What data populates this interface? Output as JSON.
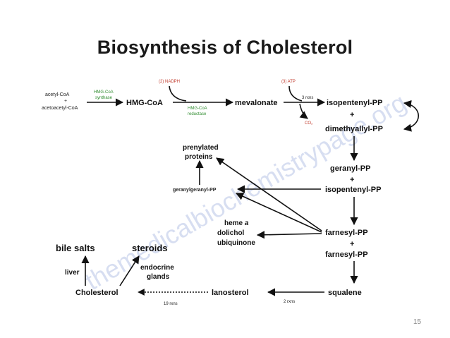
{
  "slide": {
    "title": "Biosynthesis of Cholesterol",
    "page_number": "15",
    "watermark": "themedicalbiochemistrypage.org"
  },
  "diagram": {
    "acetyl_coa": "acetyl-CoA",
    "plus_1": "+",
    "acetoacetyl_coa": "acetoacetyl-CoA",
    "hmgcoa_synthase_line1": "HMG-CoA",
    "hmgcoa_synthase_line2": "synthase",
    "hmg_coa": "HMG-CoA",
    "nadph": "(2) NADPH",
    "hmgcoa_reductase_line1": "HMG-CoA",
    "hmgcoa_reductase_line2": "reductase",
    "mevalonate": "mevalonate",
    "atp": "(3) ATP",
    "three_rxns": "3 rxns",
    "co2": "CO₂",
    "isopentenyl_pp_1": "isopentenyl-PP",
    "plus_2": "+",
    "dimethyallyl_pp": "dimethyallyl-PP",
    "geranyl_pp": "geranyl-PP",
    "plus_3": "+",
    "isopentenyl_pp_2": "isopentenyl-PP",
    "geranylgeranyl_pp": "geranylgeranyl-PP",
    "prenylated_line1": "prenylated",
    "prenylated_line2": "proteins",
    "heme_a_prefix": "heme ",
    "heme_a_suffix": "a",
    "dolichol": "dolichol",
    "ubiquinone": "ubiquinone",
    "farnesyl_pp_1": "farnesyl-PP",
    "plus_4": "+",
    "farnesyl_pp_2": "farnesyl-PP",
    "squalene": "squalene",
    "two_rxns": "2 rxns",
    "lanosterol": "lanosterol",
    "nineteen_rxns": "19 rxns",
    "cholesterol": "Cholesterol",
    "liver": "liver",
    "endocrine_line1": "endocrine",
    "endocrine_line2": "glands",
    "bile_salts": "bile salts",
    "steroids": "steroids"
  },
  "colors": {
    "text_dark": "#111111",
    "enzyme_green": "#2e8b2e",
    "cofactor_red": "#c0392b",
    "product_blue": "#1f2fa8",
    "page_number_gray": "#8a8a8a",
    "watermark_blue": "#b8c4e6"
  }
}
